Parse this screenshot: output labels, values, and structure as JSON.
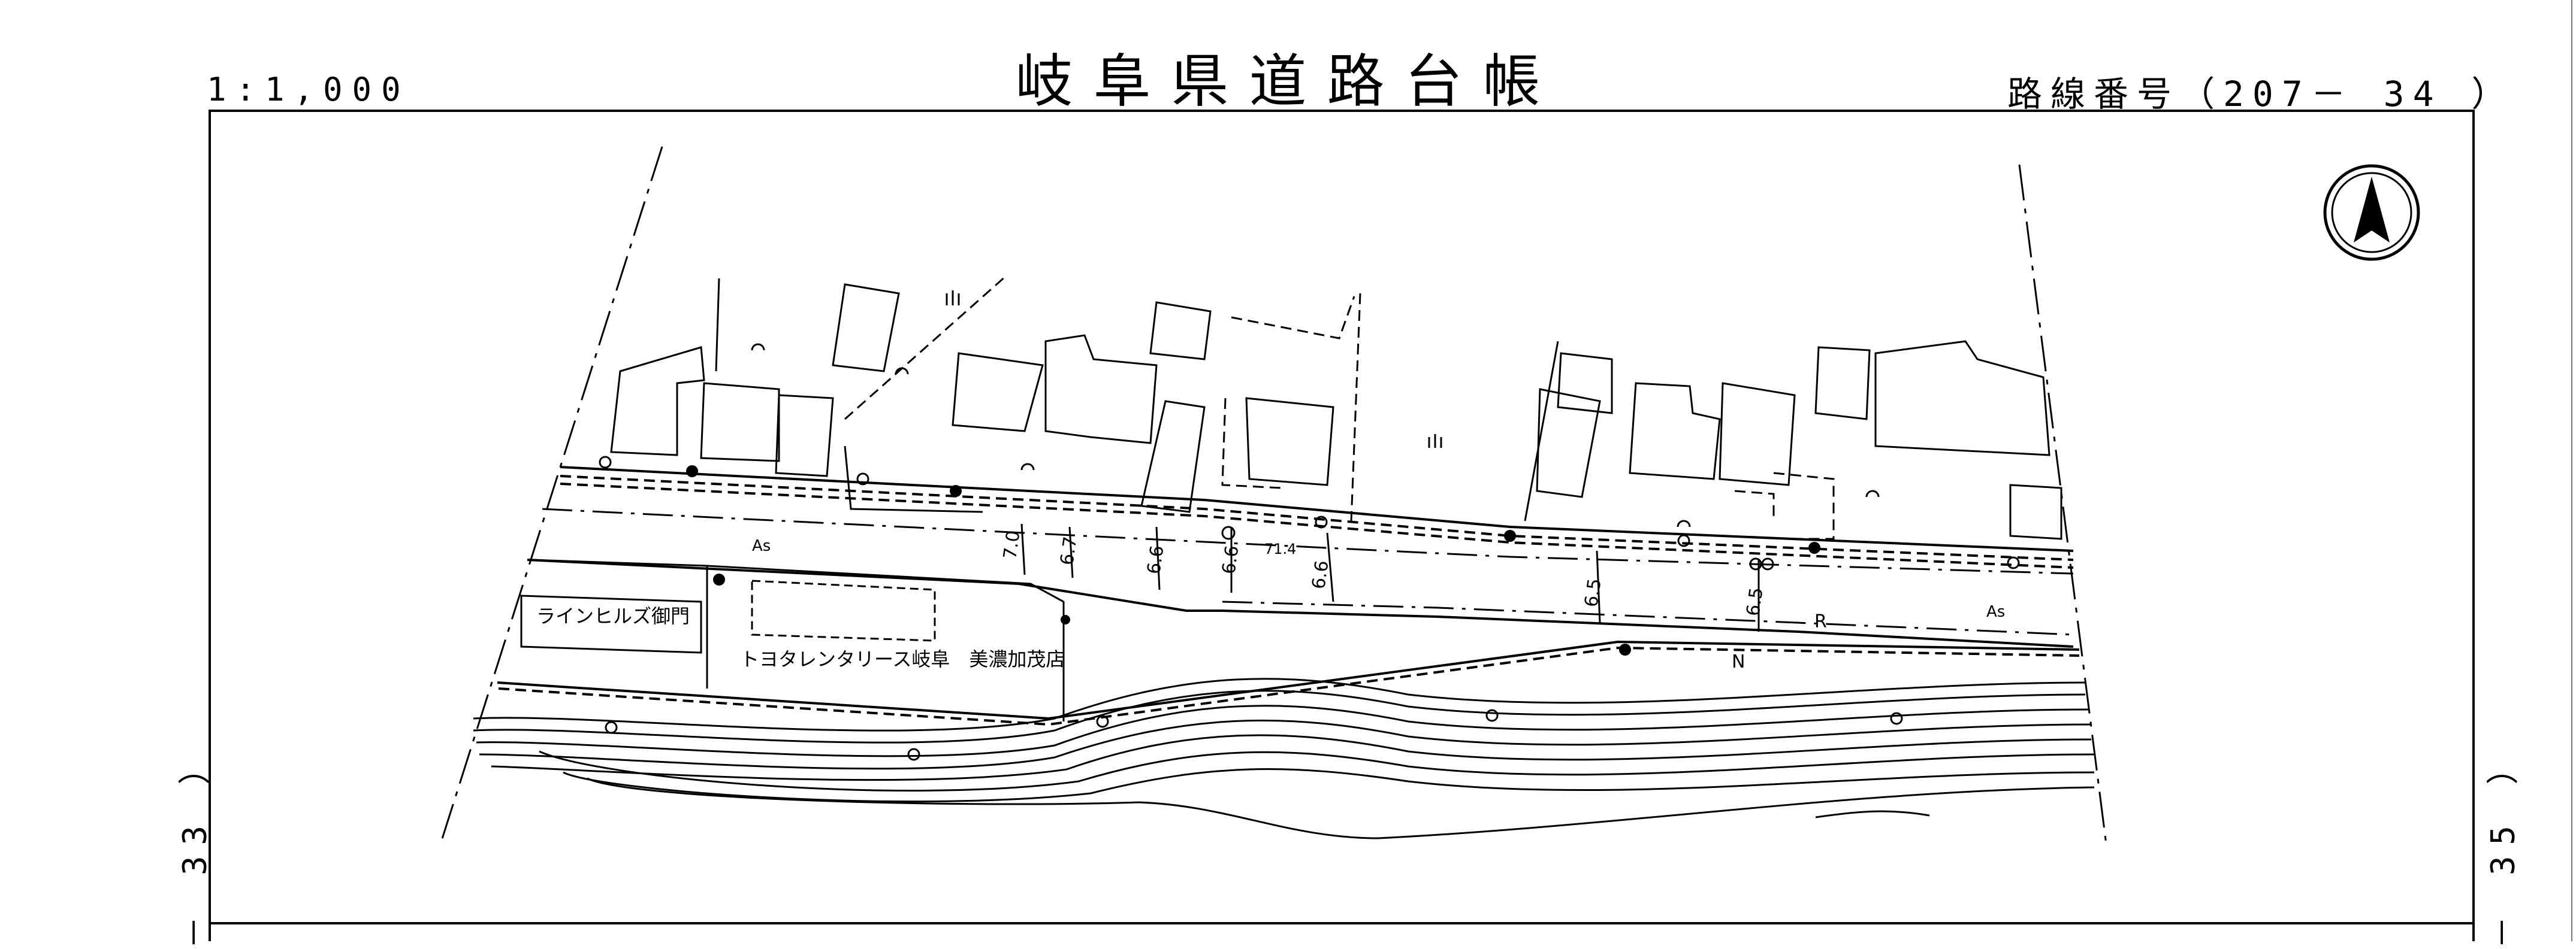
{
  "header": {
    "title": "岐阜県道路台帳",
    "scale": "1:1,000",
    "route_number": "路線番号（207－ 34 ）"
  },
  "side_labels": {
    "left": "－ 33 ）",
    "right": "－ 35 ）"
  },
  "map": {
    "surface_left": "As",
    "surface_right": "As",
    "place_rainhills": "ラインヒルズ御門",
    "place_toyota": "トヨタレンタリース岐阜　美濃加茂店",
    "letter_r": "R",
    "letter_n": "N",
    "widths": [
      "7.0",
      "6.7",
      "6.6",
      "6.6",
      "71.4",
      "6.6",
      "6.5",
      "6.5"
    ],
    "icons": [
      "north-arrow-icon",
      "tree-icon",
      "grass-symbol-icon",
      "manhole-icon",
      "utility-pole-icon"
    ]
  },
  "colors": {
    "ink": "#000000",
    "paper": "#ffffff"
  }
}
